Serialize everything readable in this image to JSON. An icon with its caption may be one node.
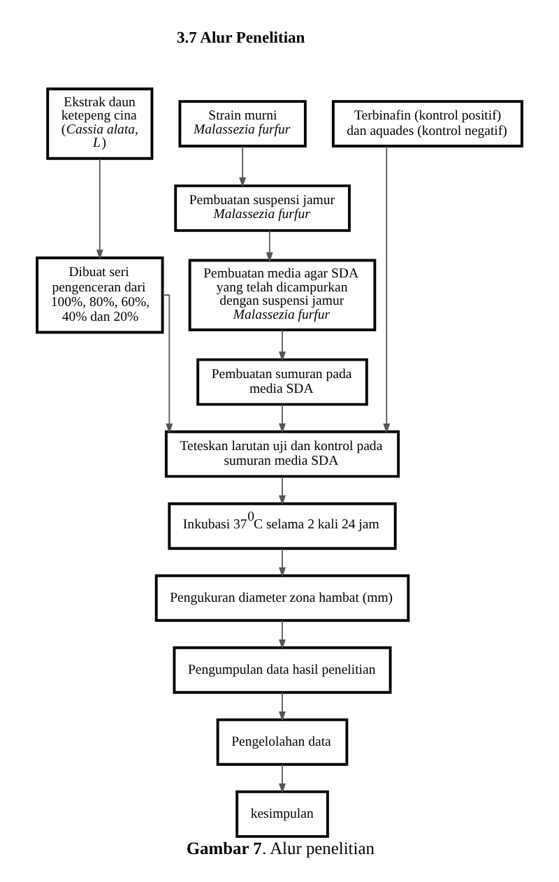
{
  "diagram": {
    "title": "3.7 Alur Penelitian",
    "caption": "**Gambar 7**. Alur penelitian",
    "nodes": [
      {
        "text": [
          "Ekstrak daun ketepeng cina (*Cassia alata, L*)"
        ]
      },
      {
        "text": [
          "Strain murni *Malassezia furfur*"
        ]
      },
      {
        "text": [
          "Terbinafin (kontrol positif) dan aquades (kontrol negatif)"
        ]
      },
      {
        "text": [
          "Dibuat seri pengenceran dari 100%, 80%, 60%, 40% dan 20%"
        ]
      },
      {
        "text": [
          "Pembuatan suspensi jamur *Malassezia furfur*"
        ]
      },
      {
        "text": [
          "Pembuatan media agar SDA yang telah dicampurkan dengan suspensi jamur *Malassezia furfur*"
        ]
      },
      {
        "text": [
          "Pembuatan sumuran pada media SDA"
        ]
      },
      {
        "text": [
          "Teteskan larutan uji dan kontrol pada sumuran media SDA"
        ]
      },
      {
        "text": [
          "Inkubasi 37$^{0}$C selama 2 kali 24 jam"
        ]
      },
      {
        "text": [
          "Pengukuran diameter zona hambat (mm)"
        ]
      },
      {
        "text": [
          "Pengumpulan data hasil penelitian"
        ]
      },
      {
        "text": [
          "Pengelolahan data"
        ]
      },
      {
        "text": [
          "kesimpulan"
        ]
      }
    ],
    "edges": [
      {
        "from": 0,
        "to": 3,
        "arrow": "to"
      },
      {
        "from": 1,
        "to": 4,
        "arrow": "to"
      },
      {
        "from": 4,
        "to": 5,
        "arrow": "to"
      },
      {
        "from": 5,
        "to": 6,
        "arrow": "to"
      },
      {
        "from": 3,
        "to": 7,
        "arrow": "to"
      },
      {
        "from": 6,
        "to": 7,
        "arrow": "to"
      },
      {
        "from": 2,
        "to": 7,
        "arrow": "to"
      },
      {
        "from": 7,
        "to": 8,
        "arrow": "to"
      },
      {
        "from": 8,
        "to": 9,
        "arrow": "to"
      },
      {
        "from": 9,
        "to": 10,
        "arrow": "to"
      },
      {
        "from": 10,
        "to": 11,
        "arrow": "to"
      },
      {
        "from": 11,
        "to": 12,
        "arrow": "to"
      }
    ]
  }
}
